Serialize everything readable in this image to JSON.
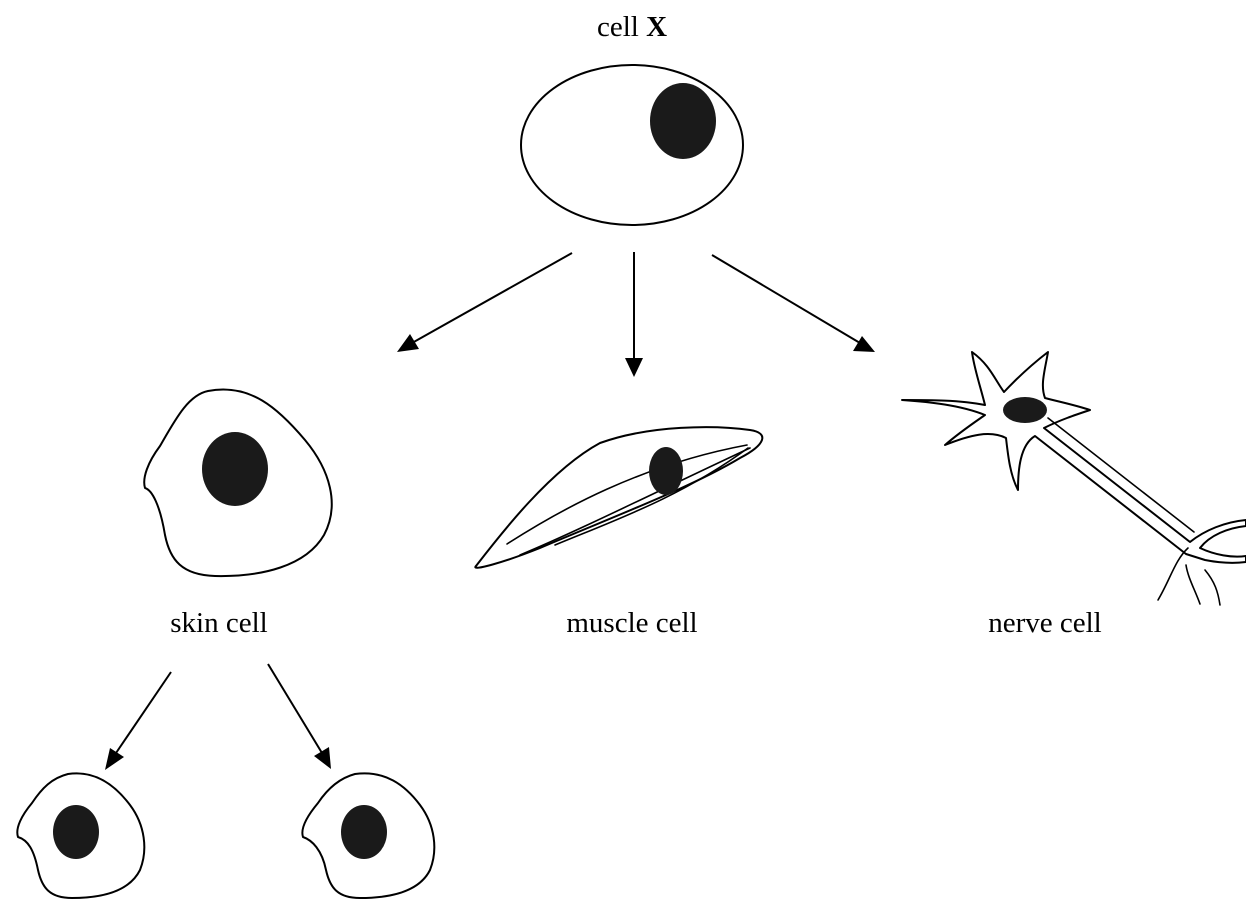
{
  "labels": {
    "cell_x_prefix": "cell ",
    "cell_x_letter": "X",
    "skin_cell": "skin cell",
    "muscle_cell": "muscle cell",
    "nerve_cell": "nerve cell"
  },
  "colors": {
    "nucleus": "#1a1a1a",
    "outline": "#000000",
    "background": "#ffffff"
  }
}
